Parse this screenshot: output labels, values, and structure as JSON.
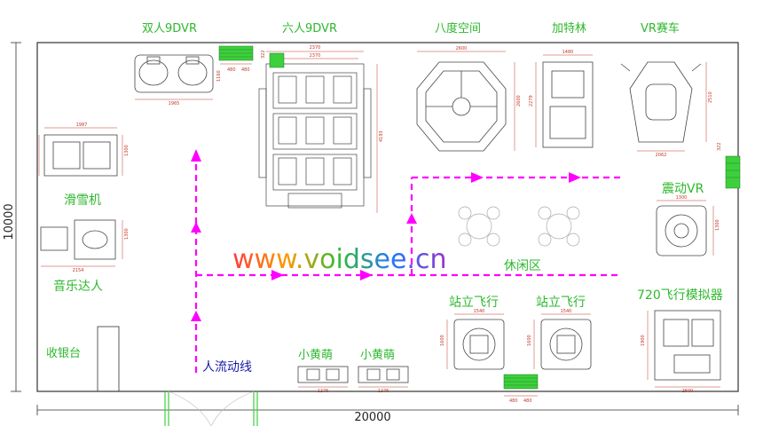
{
  "labels": {
    "dual_9dvr": "双人9DVR",
    "six_9dvr": "六人9DVR",
    "octa_space": "八度空间",
    "gatling": "加特林",
    "vr_racing": "VR赛车",
    "ski": "滑雪机",
    "music": "音乐达人",
    "shock_vr": "震动VR",
    "rest_area": "休闲区",
    "standing_flight_1": "站立飞行",
    "standing_flight_2": "站立飞行",
    "flight_720": "720飞行模拟器",
    "cashier": "收银台",
    "little_yellow_1": "小黄萌",
    "little_yellow_2": "小黄萌",
    "flow_line": "人流动线"
  },
  "dimensions": {
    "overall_width": "20000",
    "overall_height": "10000",
    "dual_9dvr_w": "1965",
    "dual_9dvr_gap": "480",
    "dual_9dvr_gap2": "480",
    "dual_9dvr_h": "1160",
    "six_top": "2370",
    "six_top2": "2370",
    "six_h": "4193",
    "six_side": "322",
    "octa_w": "2600",
    "octa_h": "2600",
    "gatling_w": "1480",
    "gatling_h": "2279",
    "vr_racing_w": "2062",
    "vr_racing_h": "2510",
    "ski_w": "1987",
    "ski_h": "1300",
    "music_w": "2154",
    "music_h": "1300",
    "shock_w": "1300",
    "shock_h": "1300",
    "stand1_w": "1540",
    "stand1_h": "1600",
    "stand2_w": "1540",
    "stand2_h": "1600",
    "flight_w": "2600",
    "flight_h": "1900",
    "yellow1_w": "1276",
    "yellow2_w": "1276",
    "bottom_gap1": "480",
    "bottom_gap2": "480",
    "right_322": "322"
  },
  "watermark": "www.voidsee.cn",
  "colors": {
    "label_green": "#2db82d",
    "flow_magenta": "#ff00ff",
    "dimension_red": "#c0392b",
    "wall": "#333333",
    "flow_blue": "#1a1aa8"
  }
}
